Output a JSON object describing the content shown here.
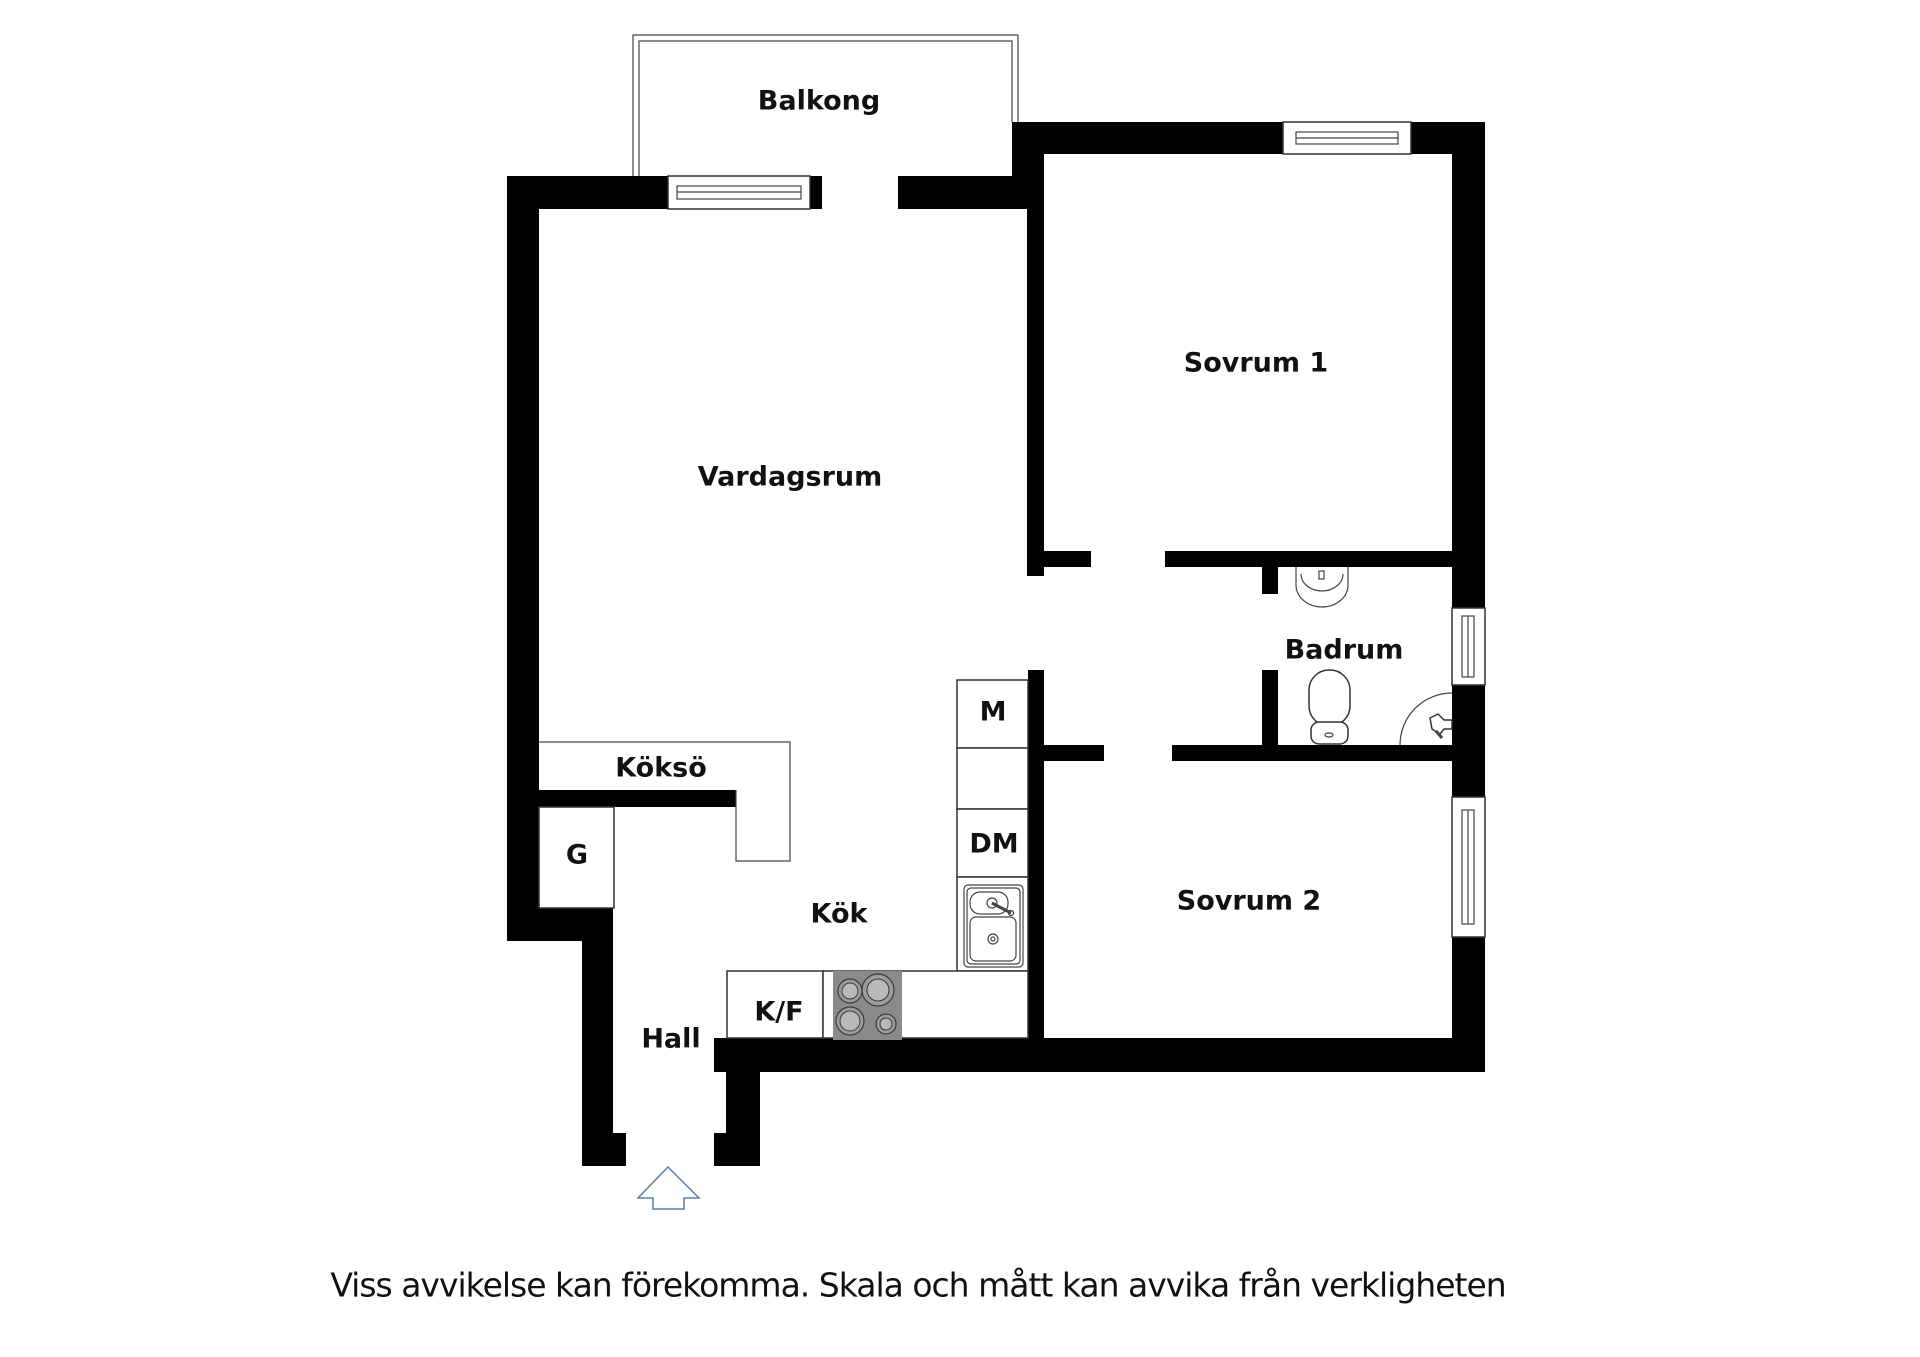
{
  "plan": {
    "rooms": {
      "balcony": "Balkong",
      "living_room": "Vardagsrum",
      "bedroom_1": "Sovrum 1",
      "bedroom_2": "Sovrum 2",
      "bathroom": "Badrum",
      "kitchen_island": "Köksö",
      "kitchen": "Kök",
      "hall": "Hall",
      "wardrobe": "G"
    },
    "appliances": {
      "microwave": "M",
      "dishwasher": "DM",
      "fridge_freezer": "K/F"
    },
    "icons": {
      "entrance": "entrance-arrow-icon",
      "stove": "stove-icon",
      "kitchen_sink": "kitchen-sink-icon",
      "wash_basin": "wash-basin-icon",
      "toilet": "toilet-icon",
      "shower": "shower-icon"
    },
    "colors": {
      "walls": "#000000",
      "entrance_arrow": "#5a7fa8",
      "stove": "#8a8a8a"
    }
  },
  "footer": {
    "disclaimer": "Viss avvikelse kan förekomma. Skala och mått kan avvika från verkligheten"
  }
}
